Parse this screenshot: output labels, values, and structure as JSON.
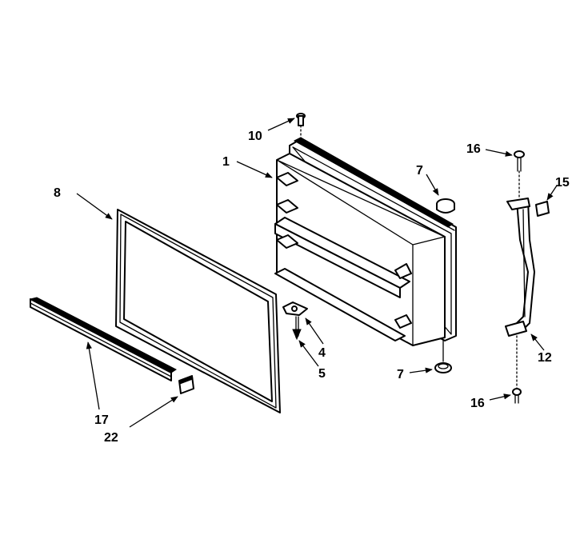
{
  "callouts": {
    "door_panel": "1",
    "door_gasket": "8",
    "breaker_strip": "17",
    "strip_clip": "22",
    "door_stop": "4",
    "stop_screw": "5",
    "top_hinge_pin": "10",
    "plug_button_top": "7",
    "plug_button_bottom": "7",
    "hinge_screw_top": "16",
    "hinge_screw_bottom": "16",
    "shim": "15",
    "hinge": "12"
  }
}
